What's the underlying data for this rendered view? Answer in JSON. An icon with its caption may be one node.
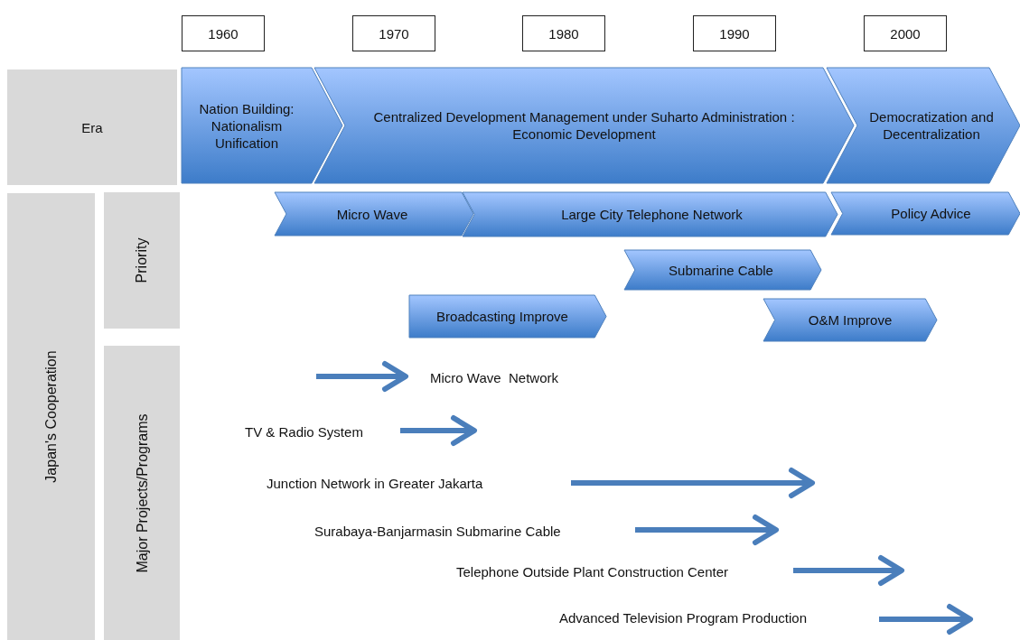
{
  "diagram": {
    "nodes": [
      {
        "text": [
          "1960"
        ]
      },
      {
        "text": [
          "1970"
        ]
      },
      {
        "text": [
          "1980"
        ]
      },
      {
        "text": [
          "1990"
        ]
      },
      {
        "text": [
          "2000"
        ]
      },
      {
        "text": [
          "Era"
        ]
      },
      {
        "text": [
          "Nation Building: Nationalism Unification"
        ]
      },
      {
        "text": [
          "Centralized Development Management under Suharto Administration : Economic Development"
        ]
      },
      {
        "text": [
          "Democratization and Decentralization"
        ]
      },
      {
        "text": [
          "Japan's Cooperation"
        ]
      },
      {
        "text": [
          "Priority"
        ]
      },
      {
        "text": [
          "Major Projects/Programs"
        ]
      },
      {
        "text": [
          "Micro Wave"
        ]
      },
      {
        "text": [
          "Large City Telephone Network"
        ]
      },
      {
        "text": [
          "Policy Advice"
        ]
      },
      {
        "text": [
          "Submarine Cable"
        ]
      },
      {
        "text": [
          "Broadcasting Improve"
        ]
      },
      {
        "text": [
          "O&M Improve"
        ]
      }
    ],
    "labels": [
      "Micro Wave  Network",
      "TV & Radio System",
      "Junction Network in Greater Jakarta",
      "Surabaya-Banjarmasin Submarine Cable",
      "Telephone Outside Plant Construction Center",
      "Advanced Television Program Production"
    ]
  }
}
